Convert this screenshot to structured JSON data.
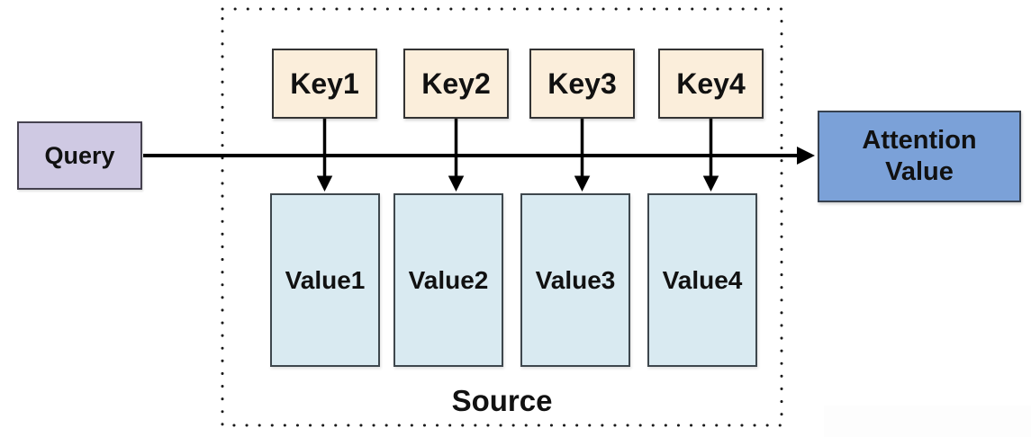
{
  "diagram": {
    "query_label": "Query",
    "keys": [
      "Key1",
      "Key2",
      "Key3",
      "Key4"
    ],
    "values": [
      "Value1",
      "Value2",
      "Value3",
      "Value4"
    ],
    "attention_line1": "Attention",
    "attention_line2": "Value",
    "source_label": "Source",
    "colors": {
      "query_fill": "#cfc9e3",
      "key_fill": "#fbeedb",
      "value_fill": "#d9eaf1",
      "attention_fill": "#7ba1d8",
      "arrow": "#000000",
      "dotted_border": "#1a1a1a"
    }
  }
}
